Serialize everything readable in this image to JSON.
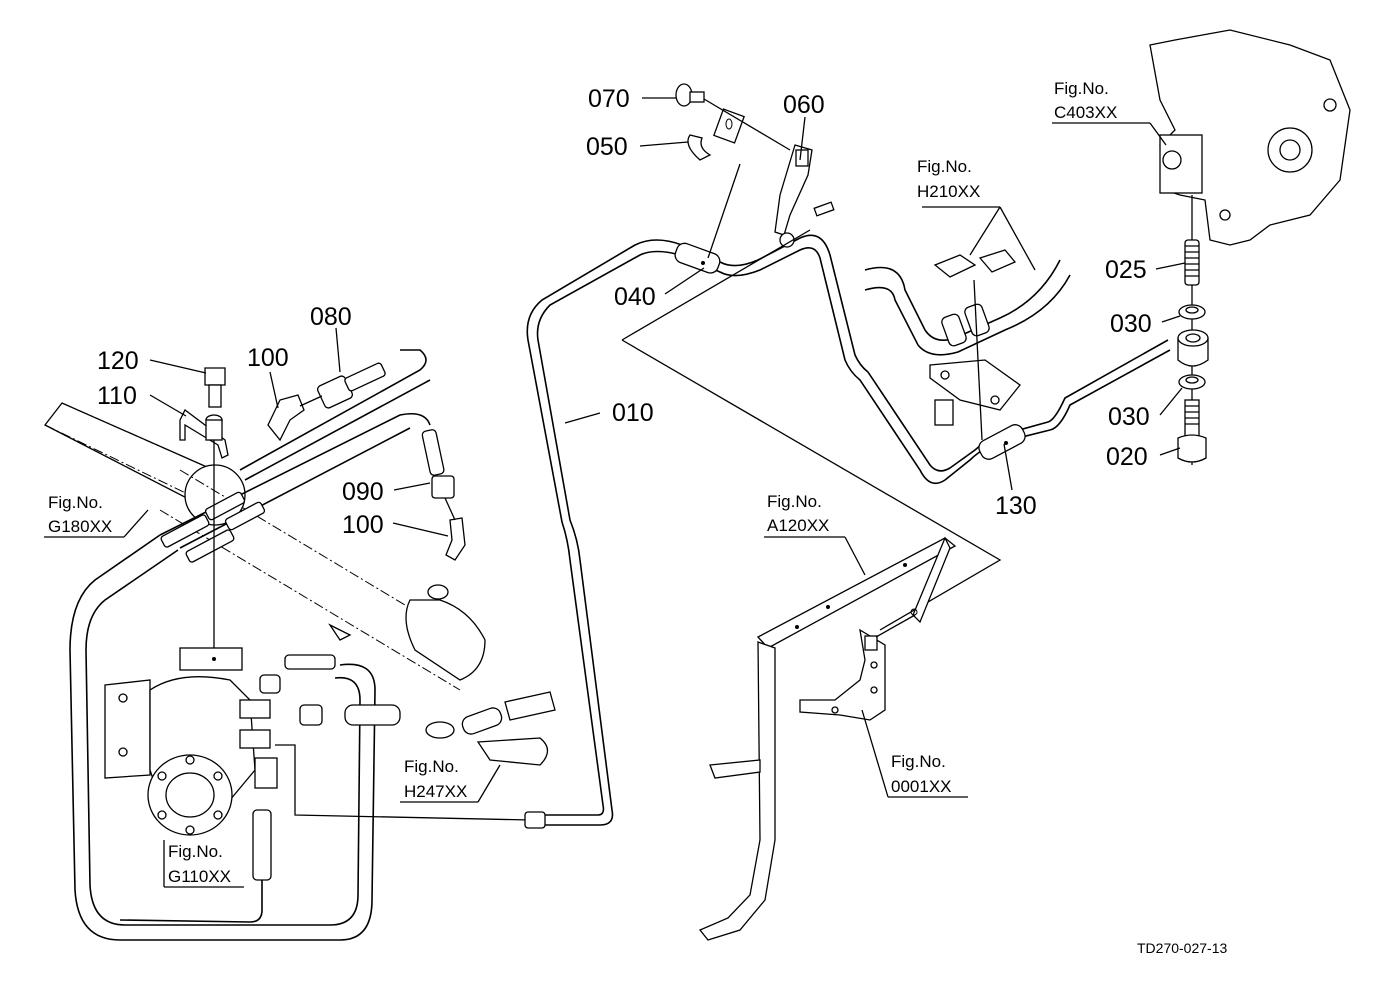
{
  "diagram": {
    "drawing_code": "TD270-027-13",
    "part_labels": {
      "p070": "070",
      "p060": "060",
      "p050": "050",
      "p040": "040",
      "p010": "010",
      "p080": "080",
      "p120": "120",
      "p100a": "100",
      "p110": "110",
      "p090": "090",
      "p100b": "100",
      "p025": "025",
      "p030a": "030",
      "p030b": "030",
      "p020": "020",
      "p130": "130"
    },
    "figure_refs": {
      "c403": {
        "caption": "Fig.No.",
        "code": "C403XX"
      },
      "h210": {
        "caption": "Fig.No.",
        "code": "H210XX"
      },
      "g180": {
        "caption": "Fig.No.",
        "code": "G180XX"
      },
      "a120": {
        "caption": "Fig.No.",
        "code": "A120XX"
      },
      "h247": {
        "caption": "Fig.No.",
        "code": "H247XX"
      },
      "g110": {
        "caption": "Fig.No.",
        "code": "G110XX"
      },
      "f0001": {
        "caption": "Fig.No.",
        "code": "0001XX"
      }
    }
  }
}
